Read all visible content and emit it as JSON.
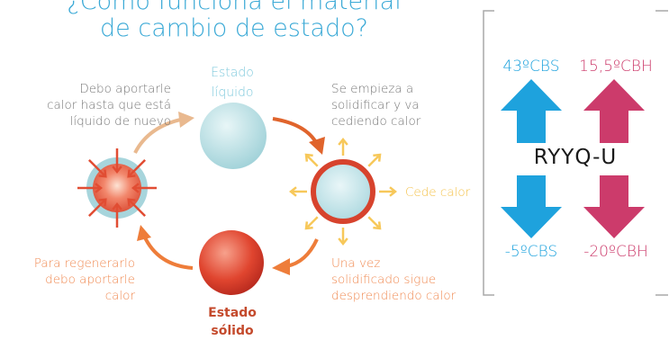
{
  "title": {
    "line1": "¿Cómo funciona el material",
    "line2": "de cambio de estado?"
  },
  "states": {
    "liquid_line1": "Estado",
    "liquid_line2": "líquido",
    "solid_line1": "Estado",
    "solid_line2": "sólido"
  },
  "notes": {
    "top_left": [
      "Debo aportarle",
      "calor hasta que está",
      "líquido de nuevo"
    ],
    "top_right": [
      "Se empieza a",
      "solidificar y va",
      "cediendo calor"
    ],
    "cede": "Cede calor",
    "bottom_right": [
      "Una vez",
      "solidificado sigue",
      "desprendiendo calor"
    ],
    "bottom_left": [
      "Para regenerarlo",
      "debo aportarle",
      "calor"
    ]
  },
  "panel": {
    "model": "RYYQ-U",
    "top_left": "43ºCBS",
    "top_right": "15,5ºCBH",
    "bottom_left": "-5ºCBS",
    "bottom_right": "-20ºCBH"
  },
  "colors": {
    "title": "#3aa9d6",
    "cyan": "#1ea2dd",
    "magenta": "#cc3b6b",
    "orange_arrow": "#ee7d3a",
    "yellow_arrow": "#f7c85a"
  },
  "icons": {
    "sphere_liquid": "pale-blue-sphere",
    "sphere_solidifying": "blue-sphere-red-ring",
    "sphere_solid": "red-sphere",
    "sphere_melting": "red-sphere-blue-ring",
    "heat_in": "inward-arrows",
    "heat_out": "outward-arrows"
  }
}
